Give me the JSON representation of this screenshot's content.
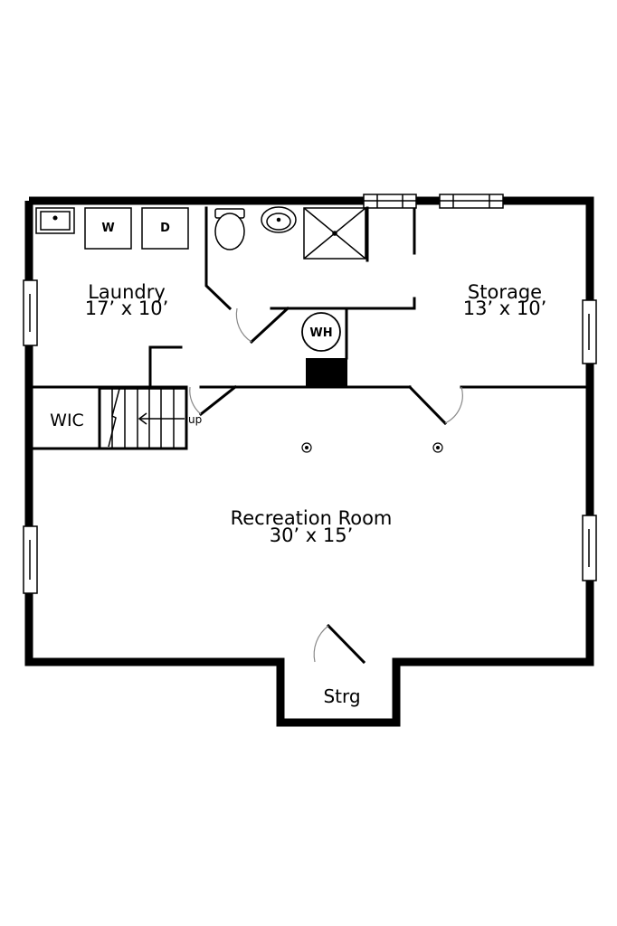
{
  "floor_plan": {
    "rooms": [
      {
        "key": "laundry",
        "name": "Laundry",
        "dims": "17’ x 10’"
      },
      {
        "key": "storage",
        "name": "Storage",
        "dims": "13’ x 10’"
      },
      {
        "key": "recreation",
        "name": "Recreation Room",
        "dims": "30’ x 15’"
      },
      {
        "key": "wic",
        "name": "WIC"
      },
      {
        "key": "strg",
        "name": "Strg"
      }
    ],
    "fixtures": {
      "washer": "W",
      "dryer": "D",
      "water_heater": "WH",
      "stairs_direction": "up"
    },
    "colors": {
      "wall": "#000000",
      "background": "#ffffff",
      "door_arc": "#888888"
    }
  }
}
